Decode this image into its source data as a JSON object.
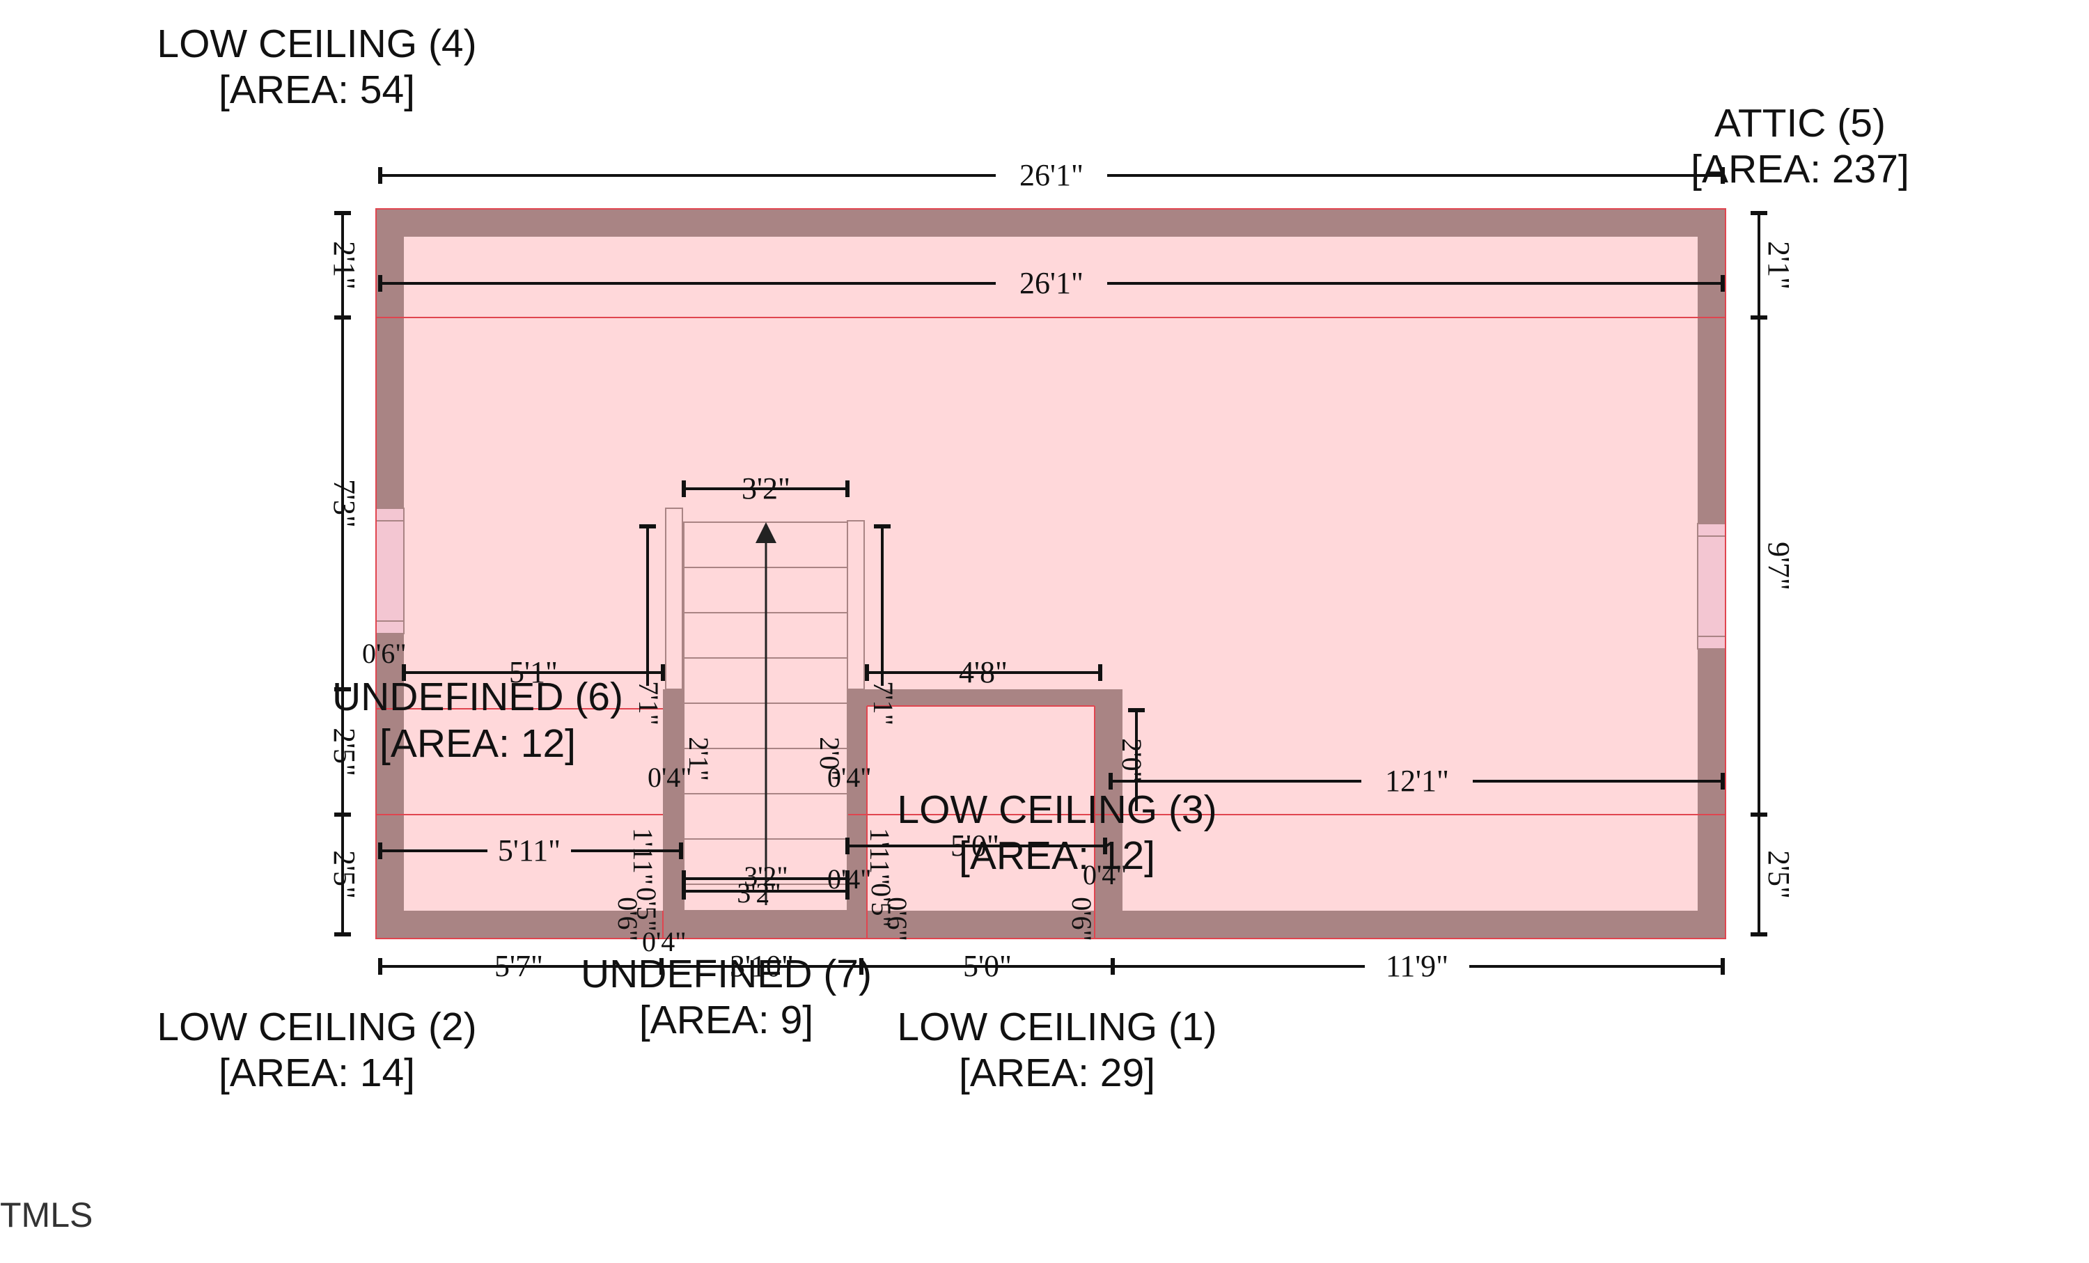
{
  "rooms": {
    "low_ceiling_4": {
      "name": "LOW CEILING (4)",
      "area": "[AREA: 54]"
    },
    "attic_5": {
      "name": "ATTIC (5)",
      "area": "[AREA: 237]"
    },
    "undefined_6": {
      "name": "UNDEFINED (6)",
      "area": "[AREA: 12]"
    },
    "low_ceiling_3": {
      "name": "LOW CEILING (3)",
      "area": "[AREA: 12]"
    },
    "undefined_7": {
      "name": "UNDEFINED (7)",
      "area": "[AREA: 9]"
    },
    "low_ceiling_2": {
      "name": "LOW CEILING (2)",
      "area": "[AREA: 14]"
    },
    "low_ceiling_1": {
      "name": "LOW CEILING (1)",
      "area": "[AREA: 29]"
    }
  },
  "dimensions": {
    "top_outer": "26'1\"",
    "top_inner": "26'1\"",
    "left_top": "2'1\"",
    "left_mid": "7'3\"",
    "left_lower": "2'5\"",
    "left_bottom": "2'5\"",
    "right_top": "2'1\"",
    "right_mid": "9'7\"",
    "right_bottom": "2'5\"",
    "stair_width_top": "3'2\"",
    "stair_width_bottom_1": "3'2\"",
    "stair_width_bottom_2": "3'2\"",
    "left_short": "0'6\"",
    "left_room_width": "5'1\"",
    "closet_width": "4'8\"",
    "stair_left_height": "7'1\"",
    "stair_right_height": "7'1\"",
    "stair_inner_left": "2'1\"",
    "stair_inner_right": "2'0\"",
    "wall_left": "0'4\"",
    "wall_right": "0'4\"",
    "closet_height": "2'0\"",
    "right_room_width": "12'1\"",
    "lower_left_width": "5'11\"",
    "lower_closet_width": "5'0\"",
    "wall_small_1": "0'4\"",
    "wall_small_2": "0'4\"",
    "wall_small_3": "0'4\"",
    "vert_small_1": "1'11\"",
    "vert_small_2": "1'11\"",
    "vert_small_3": "0'6\"",
    "vert_small_4": "0'6\"",
    "vert_small_5": "0'6\"",
    "vert_small_6": "0'5\"",
    "vert_small_7": "0'5\"",
    "bottom_1": "5'7\"",
    "bottom_2": "3'10\"",
    "bottom_3": "5'0\"",
    "bottom_4": "11'9\""
  },
  "watermark": "TMLS",
  "colors": {
    "wall": "#a98484",
    "room": "#ffd8da",
    "room_line": "#e0454f"
  }
}
